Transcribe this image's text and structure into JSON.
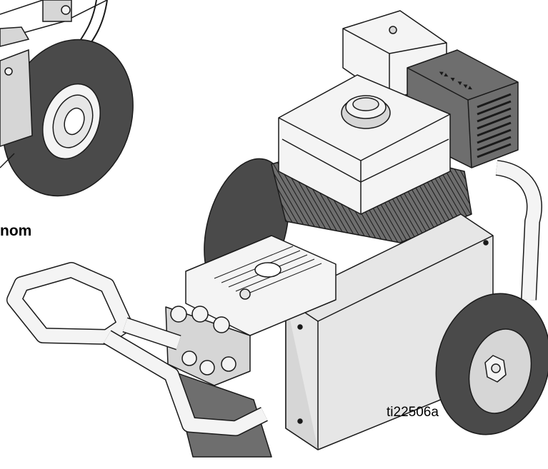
{
  "document": {
    "partial_heading": "nom",
    "figure_id": "ti22506a"
  },
  "figure": {
    "subject": "pressure-washer",
    "colors": {
      "line": "#1a1a1a",
      "engine_dark": "#6e6e6e",
      "tire": "#4a4a4a",
      "white_parts": "#f4f4f4",
      "light_gray": "#d6d6d6",
      "hub": "#e6e6e6"
    }
  }
}
